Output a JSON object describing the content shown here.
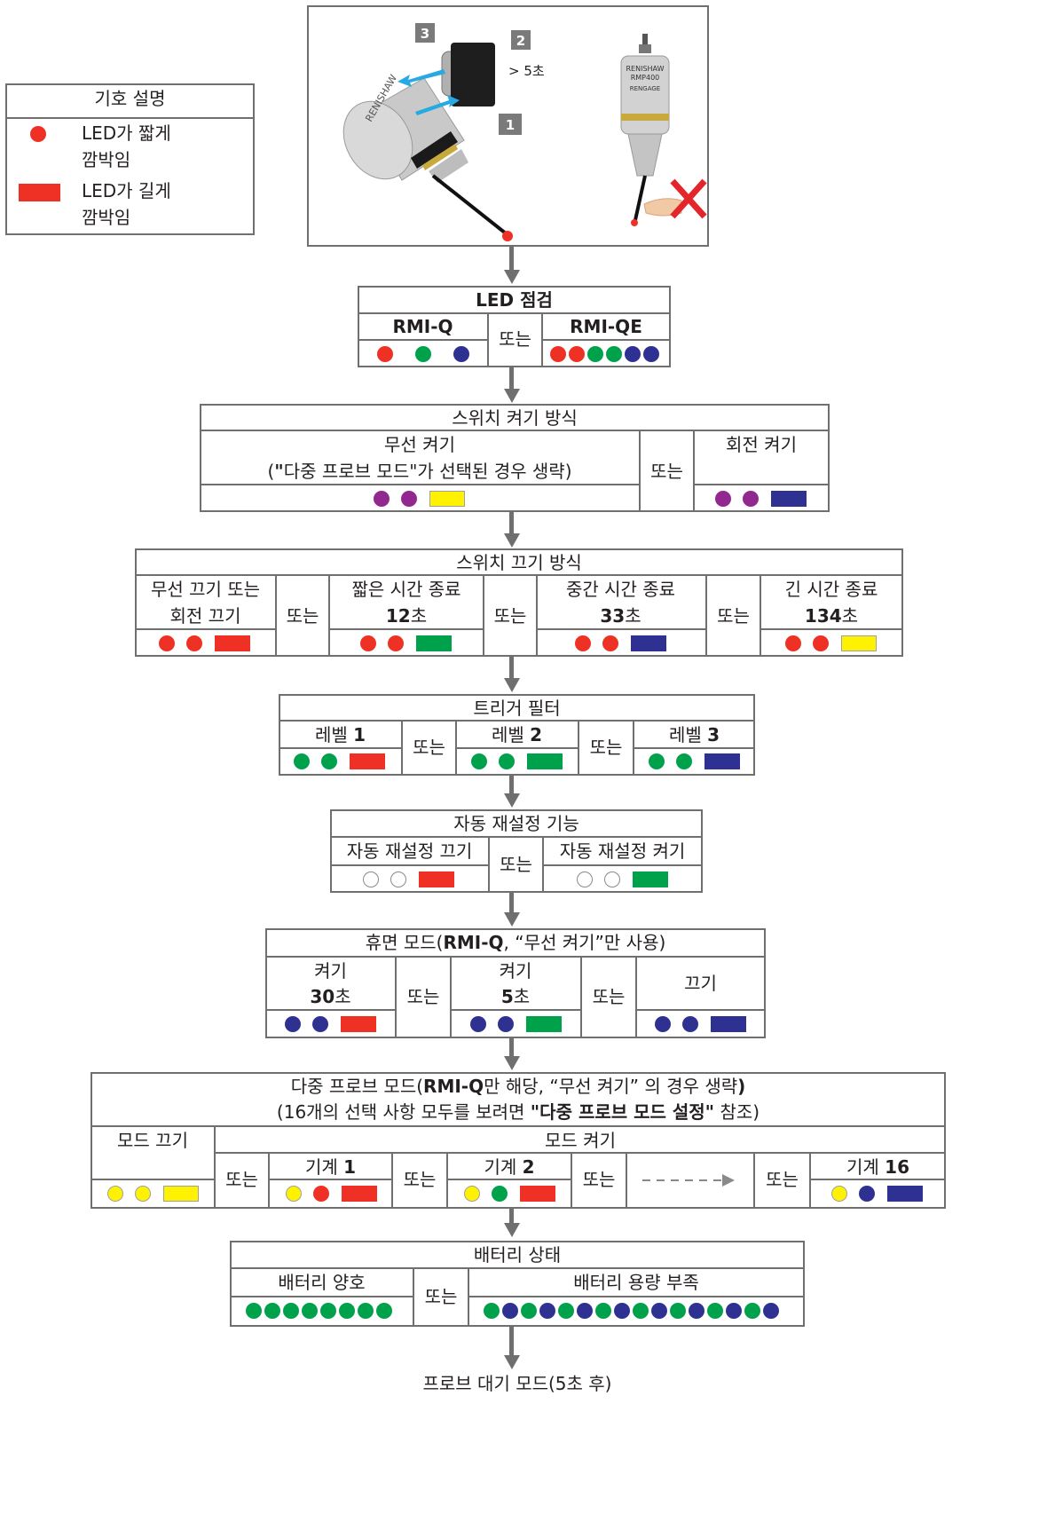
{
  "colors": {
    "red": "#ee3124",
    "green": "#00a14b",
    "blue": "#2e3192",
    "purple": "#92278f",
    "yellow": "#fff200",
    "line": "#6f6f6f"
  },
  "legend": {
    "title": "기호 설명",
    "short_flash": [
      "LED가 짧게",
      "깜박임"
    ],
    "long_flash": [
      "LED가 길게",
      "깜박임"
    ]
  },
  "illustration": {
    "step1": "1",
    "step2": "2",
    "step3": "3",
    "step2_note": "> 5초",
    "probe_brand": "RENISHAW",
    "probe_model": "RMP400",
    "probe_sub": "RENGAGE"
  },
  "or": "또는",
  "led_check": {
    "title": "LED 점검",
    "left": "RMI-Q",
    "right": "RMI-QE"
  },
  "switch_on": {
    "title": "스위치 켜기 방식",
    "radio_line1": "무선 켜기",
    "radio_line2_pre": "(",
    "radio_line2_bold_q": "\"",
    "radio_line2_mid": "다중 프로브 모드",
    "radio_line2_post": "\"가 선택된 경우 생략)",
    "spin": "회전 켜기"
  },
  "switch_off": {
    "title": "스위치 끄기 방식",
    "opt1": [
      "무선 끄기 또는",
      "회전 끄기"
    ],
    "opt2_line1": "짧은 시간 종료",
    "opt2_num": "12",
    "opt2_unit": "초",
    "opt3_line1": "중간 시간 종료",
    "opt3_num": "33",
    "opt3_unit": "초",
    "opt4_line1": "긴 시간 종료",
    "opt4_num": "134",
    "opt4_unit": "초"
  },
  "trigger": {
    "title": "트리거 필터",
    "prefix": "레벨 ",
    "levels": [
      "1",
      "2",
      "3"
    ]
  },
  "auto_reset": {
    "title": "자동 재설정 기능",
    "off": "자동 재설정 끄기",
    "on": "자동 재설정 켜기"
  },
  "sleep": {
    "title_pre": "휴면 모드(",
    "title_bold": "RMI-Q",
    "title_post": ", “무선 켜기”만 사용)",
    "opt1_line1": "켜기",
    "opt1_num": "30",
    "opt1_unit": "초",
    "opt2_line1": "켜기",
    "opt2_num": "5",
    "opt2_unit": "초",
    "opt3": "끄기"
  },
  "multi": {
    "title_pre": "다중 프로브 모드(",
    "title_bold": "RMI-Q",
    "title_post": "만 해당, “무선 켜기” 의 경우 생략",
    "title_close": ")",
    "sub_pre": "(16개의 선택 사항 모두를 보려면 ",
    "sub_bold": "\"다중 프로브 모드 설정\"",
    "sub_post": " 참조)",
    "off": "모드 끄기",
    "on": "모드 켜기",
    "machine_prefix": "기계 ",
    "machines": [
      "1",
      "2",
      "16"
    ]
  },
  "battery": {
    "title": "배터리 상태",
    "good": "배터리 양호",
    "low": "배터리 용량 부족"
  },
  "footer": "프로브 대기 모드(5초 후)"
}
